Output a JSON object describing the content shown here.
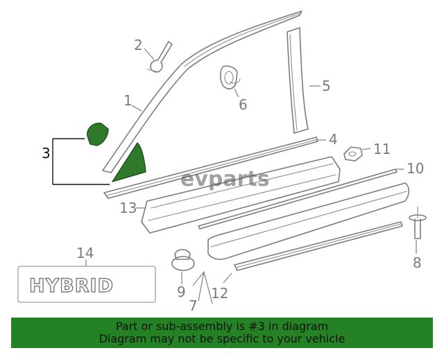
{
  "diagram": {
    "callouts": [
      "1",
      "2",
      "3",
      "4",
      "5",
      "6",
      "7",
      "8",
      "9",
      "10",
      "11",
      "12",
      "13",
      "14"
    ],
    "badge_text": "HYBRID",
    "watermark": "evparts",
    "highlight_color": "#2f7a2a"
  },
  "footer": {
    "line1": "Part or sub-assembly is #3 in diagram",
    "line2": "Diagram may not be specific to your vehicle",
    "background": "#248224"
  }
}
